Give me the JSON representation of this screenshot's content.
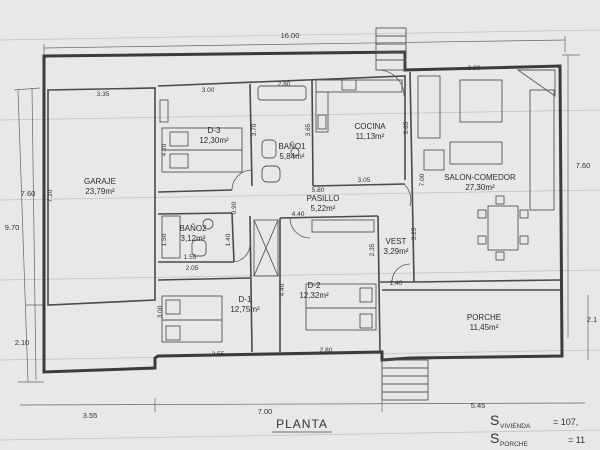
{
  "title": "PLANTA",
  "rooms": [
    {
      "name": "GARAJE",
      "area": "23,79m²"
    },
    {
      "name": "D-3",
      "area": "12,30m²"
    },
    {
      "name": "BAÑO1",
      "area": "5,84m²"
    },
    {
      "name": "COCINA",
      "area": "11,13m²"
    },
    {
      "name": "SALON-COMEDOR",
      "area": "27,30m²"
    },
    {
      "name": "PASILLO",
      "area": "5,22m²"
    },
    {
      "name": "BAÑO2",
      "area": "3,12m²"
    },
    {
      "name": "VEST",
      "area": "3,29m²"
    },
    {
      "name": "D-1",
      "area": "12,75m²"
    },
    {
      "name": "D-2",
      "area": "12,32m²"
    },
    {
      "name": "PORCHE",
      "area": "11,45m²"
    }
  ],
  "dimensions": {
    "top_total": "16.00",
    "left_total": "9.70",
    "left_upper": "7.60",
    "left_lower": "2.10",
    "right_upper": "7.60",
    "right_lower": "2.1",
    "bottom_a": "3.55",
    "bottom_b": "7.00",
    "bottom_c": "5.45",
    "garaje_top": "3.35",
    "garaje_side": "7.10",
    "d3_top": "3.00",
    "d3_side": "4.20",
    "bano1_top": "2.80",
    "bano1_side": "3.70",
    "bano1_side2": "3.65",
    "cocina_side": "3.65",
    "salon_top": "3.90",
    "pasillo_a": "5.80",
    "pasillo_b": "3.05",
    "pasillo_c": "4.40",
    "vest_side": "7.00",
    "vest_a": "2.35",
    "vest_b": "3.25",
    "vest_c": "1,40",
    "bano2_a": "1.50",
    "bano2_b": "1.55",
    "bano2_c": "2.05",
    "d1_side": "3.00",
    "d1_bottom": "3.55",
    "d1_gap": "1.40",
    "d1_gap2": "0.90",
    "d2_side": "4.40",
    "d2_bottom": "2.80"
  },
  "summary": {
    "s1": "S",
    "s1_sub": "VIVIENDA",
    "s1_val": "= 107,",
    "s2": "S",
    "s2_sub": "PORCHE",
    "s2_val": "= 11"
  }
}
